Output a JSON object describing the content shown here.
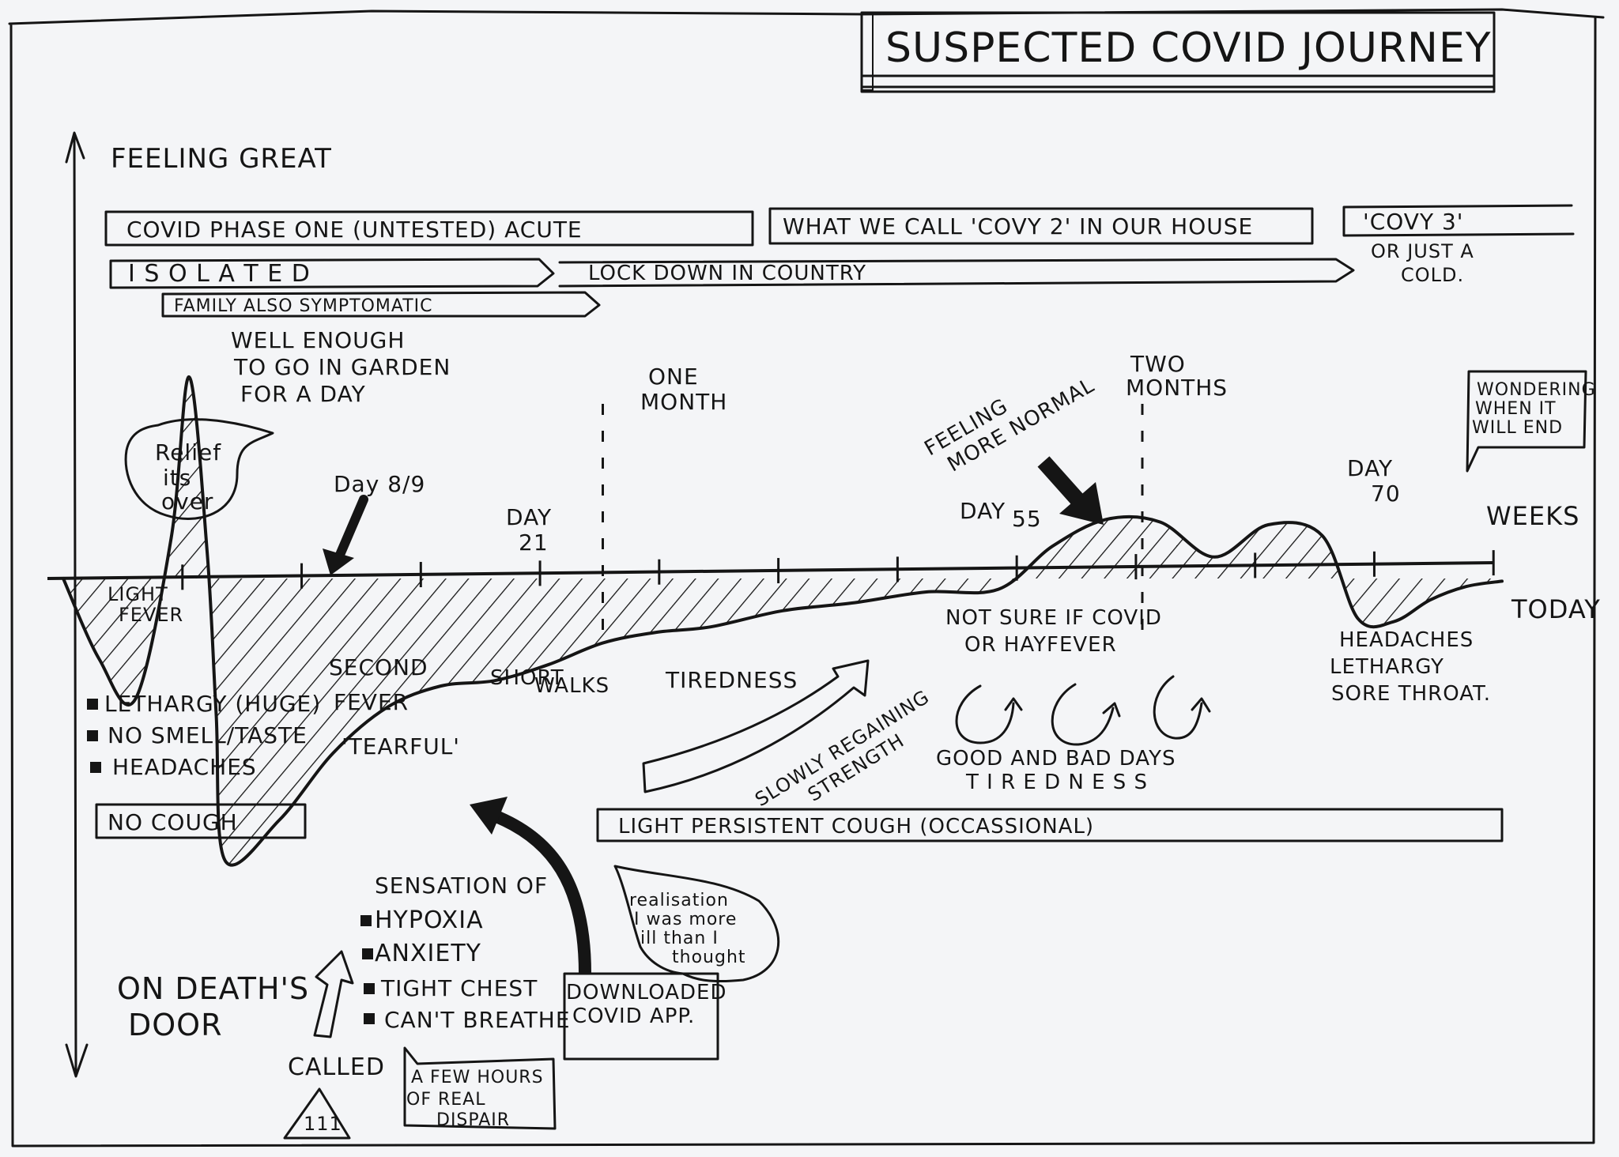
{
  "title": "SUSPECTED COVID JOURNEY",
  "axes": {
    "y_top": "FEELING GREAT",
    "y_bottom": [
      "ON DEATH'S",
      "DOOR"
    ],
    "x_label": "WEEKS",
    "x_end": "TODAY"
  },
  "phase_bars": [
    {
      "label": "COVID PHASE ONE (UNTESTED) ACUTE"
    },
    {
      "label": "WHAT WE CALL 'COVY 2' IN OUR HOUSE"
    },
    {
      "label": "'COVY 3'",
      "note": [
        "OR JUST A",
        "COLD."
      ]
    }
  ],
  "status_arrows": [
    {
      "label": "I S O L A T E D"
    },
    {
      "label": "LOCK DOWN   IN   COUNTRY"
    },
    {
      "label": "FAMILY ALSO SYMPTOMATIC"
    }
  ],
  "chart_data": {
    "type": "area",
    "title": "SUSPECTED COVID JOURNEY",
    "xlabel": "WEEKS",
    "ylabel": "Feeling (FEELING GREAT ↑ / ON DEATH'S DOOR ↓)",
    "x_unit": "days",
    "xlim": [
      0,
      80
    ],
    "ylim": [
      -10,
      10
    ],
    "baseline": 0,
    "series": [
      {
        "name": "feeling",
        "x": [
          0,
          2,
          4,
          6,
          7,
          8,
          8.5,
          9,
          12,
          15,
          18,
          21,
          24,
          27,
          30,
          33,
          36,
          40,
          44,
          48,
          52,
          55,
          58,
          61,
          64,
          67,
          70,
          72,
          74,
          76,
          78,
          80
        ],
        "y": [
          0,
          -3,
          -4.5,
          1.5,
          7.5,
          1,
          -5,
          -10.5,
          -9,
          -6.5,
          -4.8,
          -4,
          -3.8,
          -3.2,
          -2.4,
          -2,
          -1.8,
          -1.2,
          -0.9,
          -0.5,
          -0.4,
          1.2,
          2.2,
          2.1,
          0.8,
          2.0,
          1.6,
          -1.5,
          -1.6,
          -0.8,
          -0.3,
          -0.1
        ]
      }
    ],
    "ticks_weeks": 12,
    "markers": [
      {
        "day": 8.5,
        "label": "Day 8/9"
      },
      {
        "day": 21,
        "label": "DAY 21"
      },
      {
        "day": 30,
        "label": "ONE MONTH",
        "dashed": true
      },
      {
        "day": 55,
        "label": "DAY 55"
      },
      {
        "day": 60,
        "label": "TWO MONTHS",
        "dashed": true
      },
      {
        "day": 70,
        "label": "DAY 70"
      }
    ]
  },
  "annotations": {
    "garden": [
      "WELL ENOUGH",
      "TO GO IN GARDEN",
      "FOR A DAY"
    ],
    "relief_bubble": [
      "Relief",
      "its",
      "over"
    ],
    "day89": "Day 8/9",
    "day21": [
      "DAY",
      "21"
    ],
    "one_month": [
      "ONE",
      "MONTH"
    ],
    "two_months": [
      "TWO",
      "MONTHS"
    ],
    "feeling_normal": [
      "FEELING",
      "MORE NORMAL"
    ],
    "day55": [
      "DAY",
      "55"
    ],
    "day70": [
      "DAY",
      "70"
    ],
    "wondering_bubble": [
      "WONDERING",
      "WHEN IT",
      "WILL END"
    ],
    "light_fever": [
      "LIGHT",
      "FEVER"
    ],
    "second_fever": [
      "SECOND",
      "FEVER"
    ],
    "tearful": "'TEARFUL'",
    "short_walks": [
      "SHORT",
      "WALKS"
    ],
    "tiredness": "TIREDNESS",
    "regaining": [
      "SLOWLY REGAINING",
      "STRENGTH"
    ],
    "not_sure": [
      "NOT SURE IF COVID",
      "OR HAYFEVER"
    ],
    "good_bad": "GOOD AND BAD DAYS",
    "tiredness2": "T I R E D N E S S",
    "late_symptoms": [
      "HEADACHES",
      "LETHARGY",
      "SORE THROAT."
    ],
    "sensation": "SENSATION OF",
    "called": "CALLED",
    "call_number": "111",
    "despair_bubble": [
      "A FEW HOURS",
      "OF REAL",
      "DISPAIR"
    ],
    "app_box": [
      "DOWNLOADED",
      "COVID APP."
    ],
    "realisation_bubble": [
      "realisation",
      "I was more",
      "ill than I",
      "thought"
    ]
  },
  "symptoms_early": [
    {
      "label": "LETHARGY (HUGE)",
      "checked": true
    },
    {
      "label": "NO SMELL/TASTE",
      "checked": true
    },
    {
      "label": "HEADACHES",
      "checked": true
    }
  ],
  "symptoms_acute": [
    {
      "label": "HYPOXIA",
      "checked": true
    },
    {
      "label": "ANXIETY",
      "checked": true
    },
    {
      "label": "TIGHT CHEST",
      "checked": true
    },
    {
      "label": "CAN'T BREATHE",
      "checked": true
    }
  ],
  "cough_boxes": [
    {
      "label": "NO COUGH"
    },
    {
      "label": "LIGHT PERSISTENT   COUGH   (OCCASSIONAL)"
    }
  ]
}
